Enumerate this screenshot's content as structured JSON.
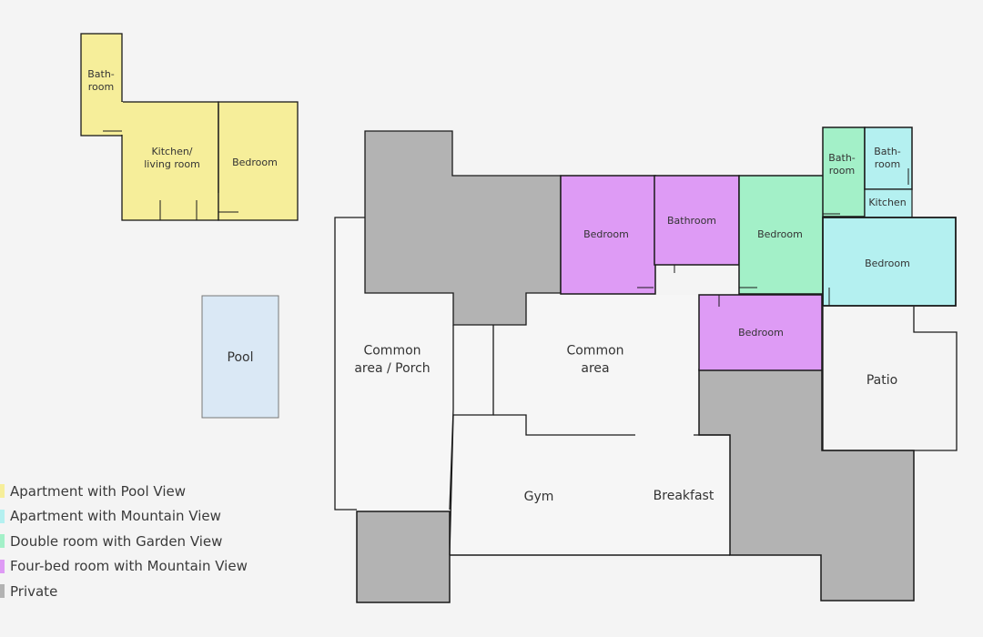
{
  "colors": {
    "pool_view": "#f6ee9a",
    "mountain_view": "#b4f0f0",
    "garden_view": "#a3f0c8",
    "four_bed": "#de9bf5",
    "private": "#b3b3b3",
    "pool": "#dae8f5",
    "open": "#f6f6f6",
    "wall": "#1a1a1a"
  },
  "rooms": {
    "apt_bathroom": "Bath-|room",
    "apt_kitchen": "Kitchen/|living room",
    "apt_bedroom": "Bedroom",
    "pool": "Pool",
    "common_porch": "Common|area / Porch",
    "common_area": "Common|area",
    "gym": "Gym",
    "breakfast": "Breakfast",
    "four_bed_bedroom": "Bedroom",
    "four_bed_bathroom": "Bathroom",
    "garden_bedroom": "Bedroom",
    "garden_bathroom": "Bath-|room",
    "mountain_bathroom": "Bath-|room",
    "mountain_kitchen": "Kitchen",
    "mountain_bedroom": "Bedroom",
    "four_bed_bedroom_2": "Bedroom",
    "patio": "Patio"
  },
  "legend": [
    {
      "label": "Apartment  with Pool View",
      "color": "#f6ee9a"
    },
    {
      "label": "Apartment with Mountain View",
      "color": "#b4f0f0"
    },
    {
      "label": "Double room with Garden View",
      "color": "#a3f0c8"
    },
    {
      "label": "Four-bed room with Mountain View",
      "color": "#de9bf5"
    },
    {
      "label": "Private",
      "color": "#b3b3b3"
    }
  ]
}
